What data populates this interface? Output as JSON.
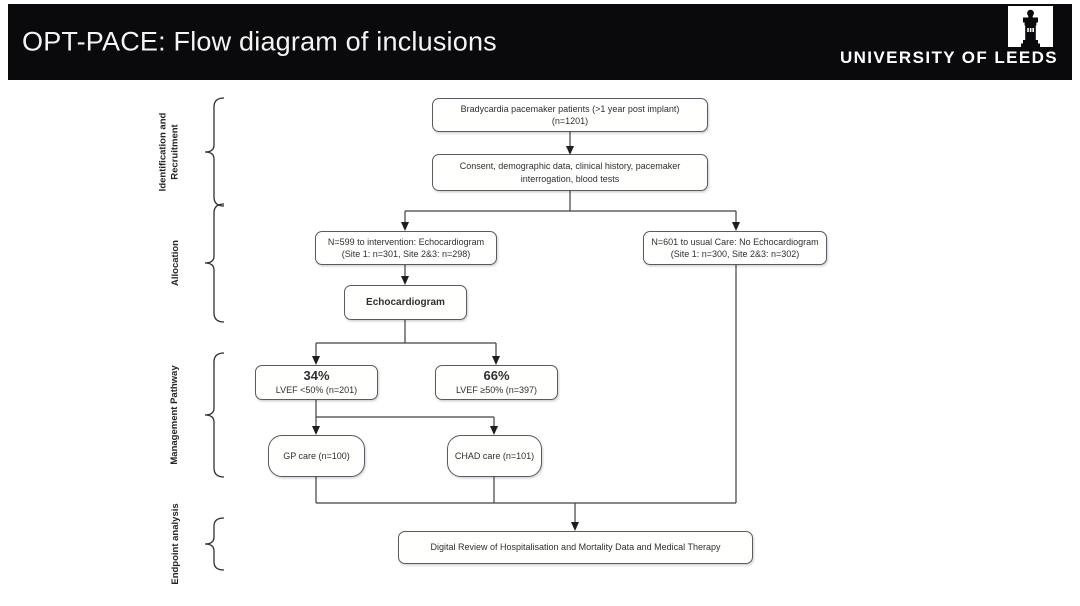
{
  "header": {
    "title": "OPT-PACE: Flow diagram of inclusions",
    "university": "UNIVERSITY OF LEEDS",
    "logo_icon": "leeds-tower-icon",
    "bar_color": "#0a0a0c"
  },
  "stages": {
    "identification": {
      "line1": "Identification and",
      "line2": "Recruitment"
    },
    "allocation": {
      "label": "Allocation"
    },
    "management": {
      "label": "Management Pathway"
    },
    "endpoint": {
      "label": "Endpoint analysis"
    }
  },
  "boxes": {
    "bradycardia": {
      "line1": "Bradycardia pacemaker patients (>1 year post implant)",
      "line2": "(n=1201)"
    },
    "consent": {
      "line1": "Consent, demographic data, clinical history, pacemaker",
      "line2": "interrogation, blood tests"
    },
    "intervention": {
      "line1": "N=599 to intervention: Echocardiogram",
      "line2": "(Site 1: n=301, Site 2&3: n=298)"
    },
    "usual_care": {
      "line1": "N=601 to usual Care: No Echocardiogram",
      "line2": "(Site 1: n=300, Site 2&3: n=302)"
    },
    "echocardiogram": {
      "label": "Echocardiogram"
    },
    "lvef_low": {
      "pct": "34%",
      "detail": "LVEF <50% (n=201)"
    },
    "lvef_high": {
      "pct": "66%",
      "detail": "LVEF ≥50% (n=397)"
    },
    "gp_care": {
      "label": "GP care (n=100)"
    },
    "chad_care": {
      "label": "CHAD care (n=101)"
    },
    "digital_review": {
      "label": "Digital Review of Hospitalisation and Mortality Data and Medical Therapy"
    }
  },
  "colors": {
    "box_border": "#5a5b5e",
    "connector_line": "#3f4043",
    "text": "#2e2f31",
    "header_bg": "#0a0a0c"
  }
}
